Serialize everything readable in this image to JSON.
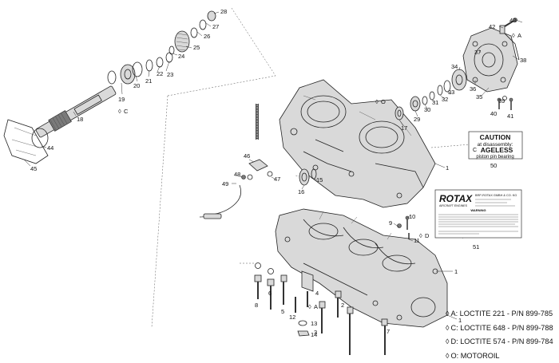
{
  "callouts": {
    "c28": "28",
    "c27": "27",
    "c26": "26",
    "c25": "25",
    "c24": "24",
    "c23": "23",
    "c22": "22",
    "c21": "21",
    "c20": "20",
    "c19": "19",
    "c18": "18",
    "c44": "44",
    "c45": "45",
    "cC1": "C",
    "c42": "42",
    "c43": "43",
    "cA1": "A",
    "c37": "37",
    "c38": "38",
    "c34": "34",
    "c36": "36",
    "c35": "35",
    "c39": "39",
    "c40": "40",
    "c41": "41",
    "c33": "33",
    "c32": "32",
    "c31": "31",
    "c30": "30",
    "c29": "29",
    "c17": "17",
    "cO1": "O",
    "c46": "46",
    "c48": "48",
    "c49": "49",
    "c47": "47",
    "c16": "16",
    "c15": "15",
    "c1a": "1",
    "c1b": "1",
    "c1c": "1",
    "c9": "9",
    "c10": "10",
    "c11": "11",
    "cD1": "D",
    "c51": "51",
    "c50": "50",
    "c8": "8",
    "c6": "6",
    "c5": "5",
    "c4": "4",
    "c12": "12",
    "cA2": "A",
    "c13": "13",
    "c14": "14",
    "c2": "2",
    "c3": "3",
    "c7": "7"
  },
  "caution_label": {
    "title": "CAUTION",
    "line1": "at disassembly:",
    "letter": "C",
    "line2": "AGELESS",
    "line3": "piston pin bearing"
  },
  "rotax_plate": {
    "brand": "ROTAX",
    "subtitle": "AIRCRAFT ENGINES",
    "company": "BRP-ROTAX GMBH & CO. KG",
    "warning": "WARNING"
  },
  "legend": [
    {
      "letter": "A",
      "text": "A: LOCTITE 221 - P/N 899-785"
    },
    {
      "letter": "C",
      "text": "C: LOCTITE 648 - P/N 899-788"
    },
    {
      "letter": "D",
      "text": "D: LOCTITE 574 - P/N 899-784"
    },
    {
      "letter": "O",
      "text": "O: MOTOROIL"
    }
  ]
}
